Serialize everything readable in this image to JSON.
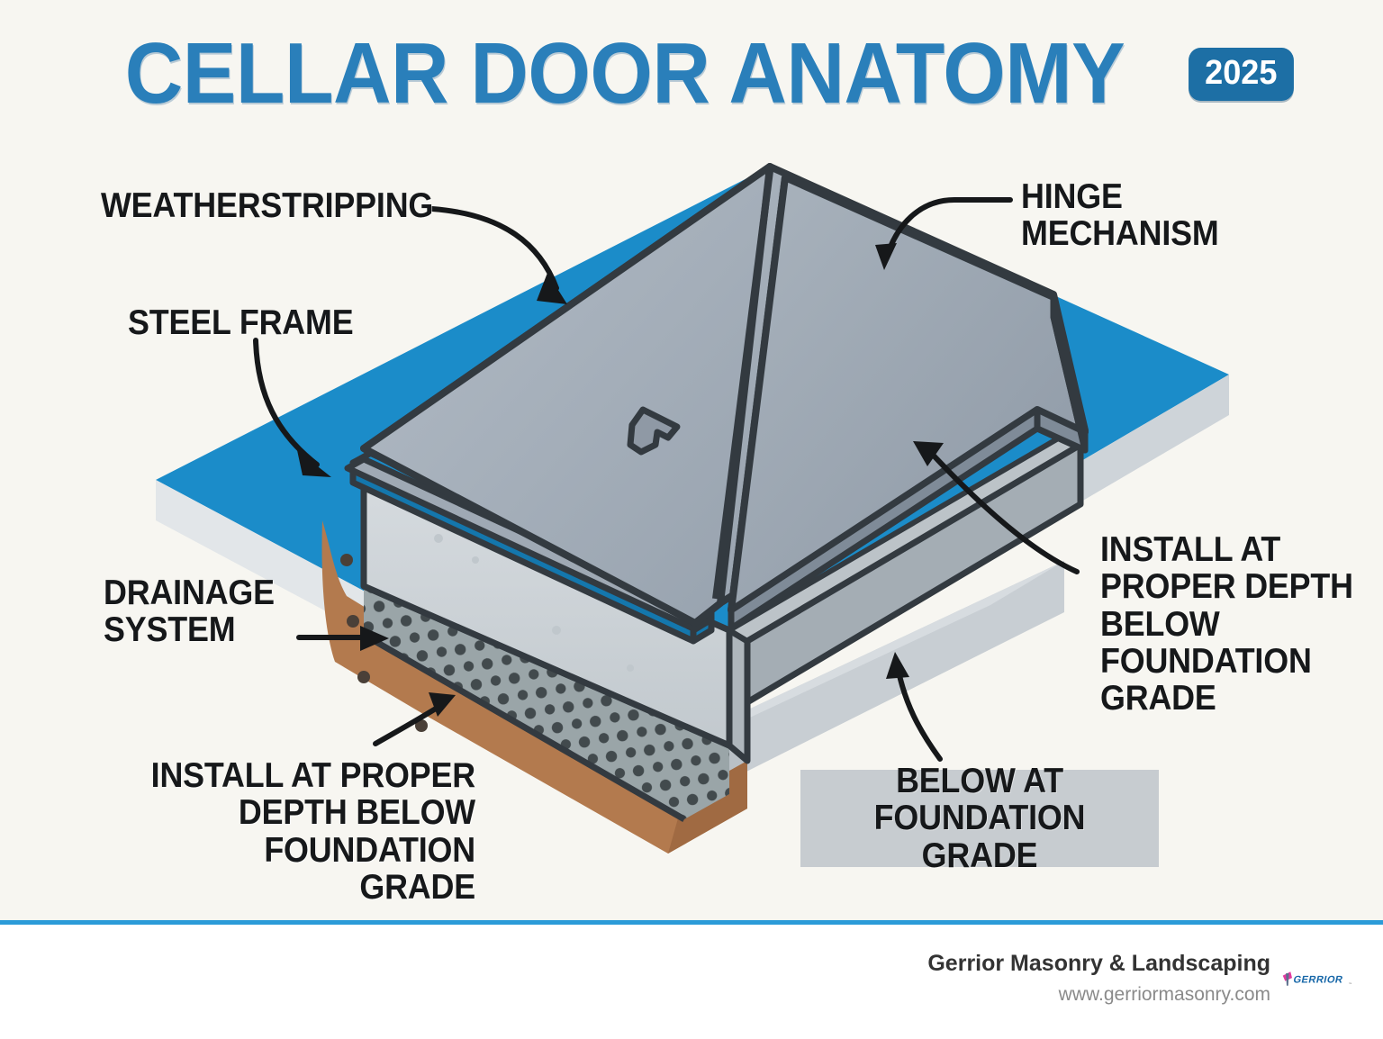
{
  "header": {
    "title": "CELLAR DOOR ANATOMY",
    "year_badge": "2025",
    "title_color": "#2a7fba",
    "badge_color": "#1d6fa5"
  },
  "labels": {
    "weatherstripping": "WEATHERSTRIPPING",
    "steel_frame": "STEEL FRAME",
    "drainage_system": "DRAINAGE\nSYSTEM",
    "hinge_mechanism": "HINGE\nMECHANISM",
    "install_depth_right": "INSTALL AT\nPROPER DEPTH\nBELOW\nFOUNDATION\nGRADE",
    "install_depth_left": "INSTALL AT PROPER\nDEPTH BELOW\nFOUNDATION GRADE",
    "grade_callout": "BELOW AT\nFOUNDATION GRADE"
  },
  "illustration": {
    "name": "cellar-door-cutaway-diagram",
    "colors": {
      "background": "#f7f6f1",
      "ground_slab_top": "#1b8cc9",
      "ground_slab_edge": "#dfe3e6",
      "door_panel_light": "#a8b2bc",
      "door_panel_mid": "#9aa5b1",
      "door_panel_dark": "#8b96a3",
      "outline": "#333a40",
      "weatherstrip": "#1b8cc9",
      "concrete_wall": "#ccd2d6",
      "concrete_wall_shadow": "#b9c0c5",
      "gravel_band": "#9aa5a8",
      "gravel_stone": "#3d4548",
      "soil": "#b37a4e",
      "slab_right": "#c8ced3"
    }
  },
  "footer": {
    "company": "Gerrior Masonry & Landscaping",
    "url": "www.gerriormasonry.com",
    "logo_text": "GERRIOR",
    "divider_color": "#2b9bd8"
  }
}
